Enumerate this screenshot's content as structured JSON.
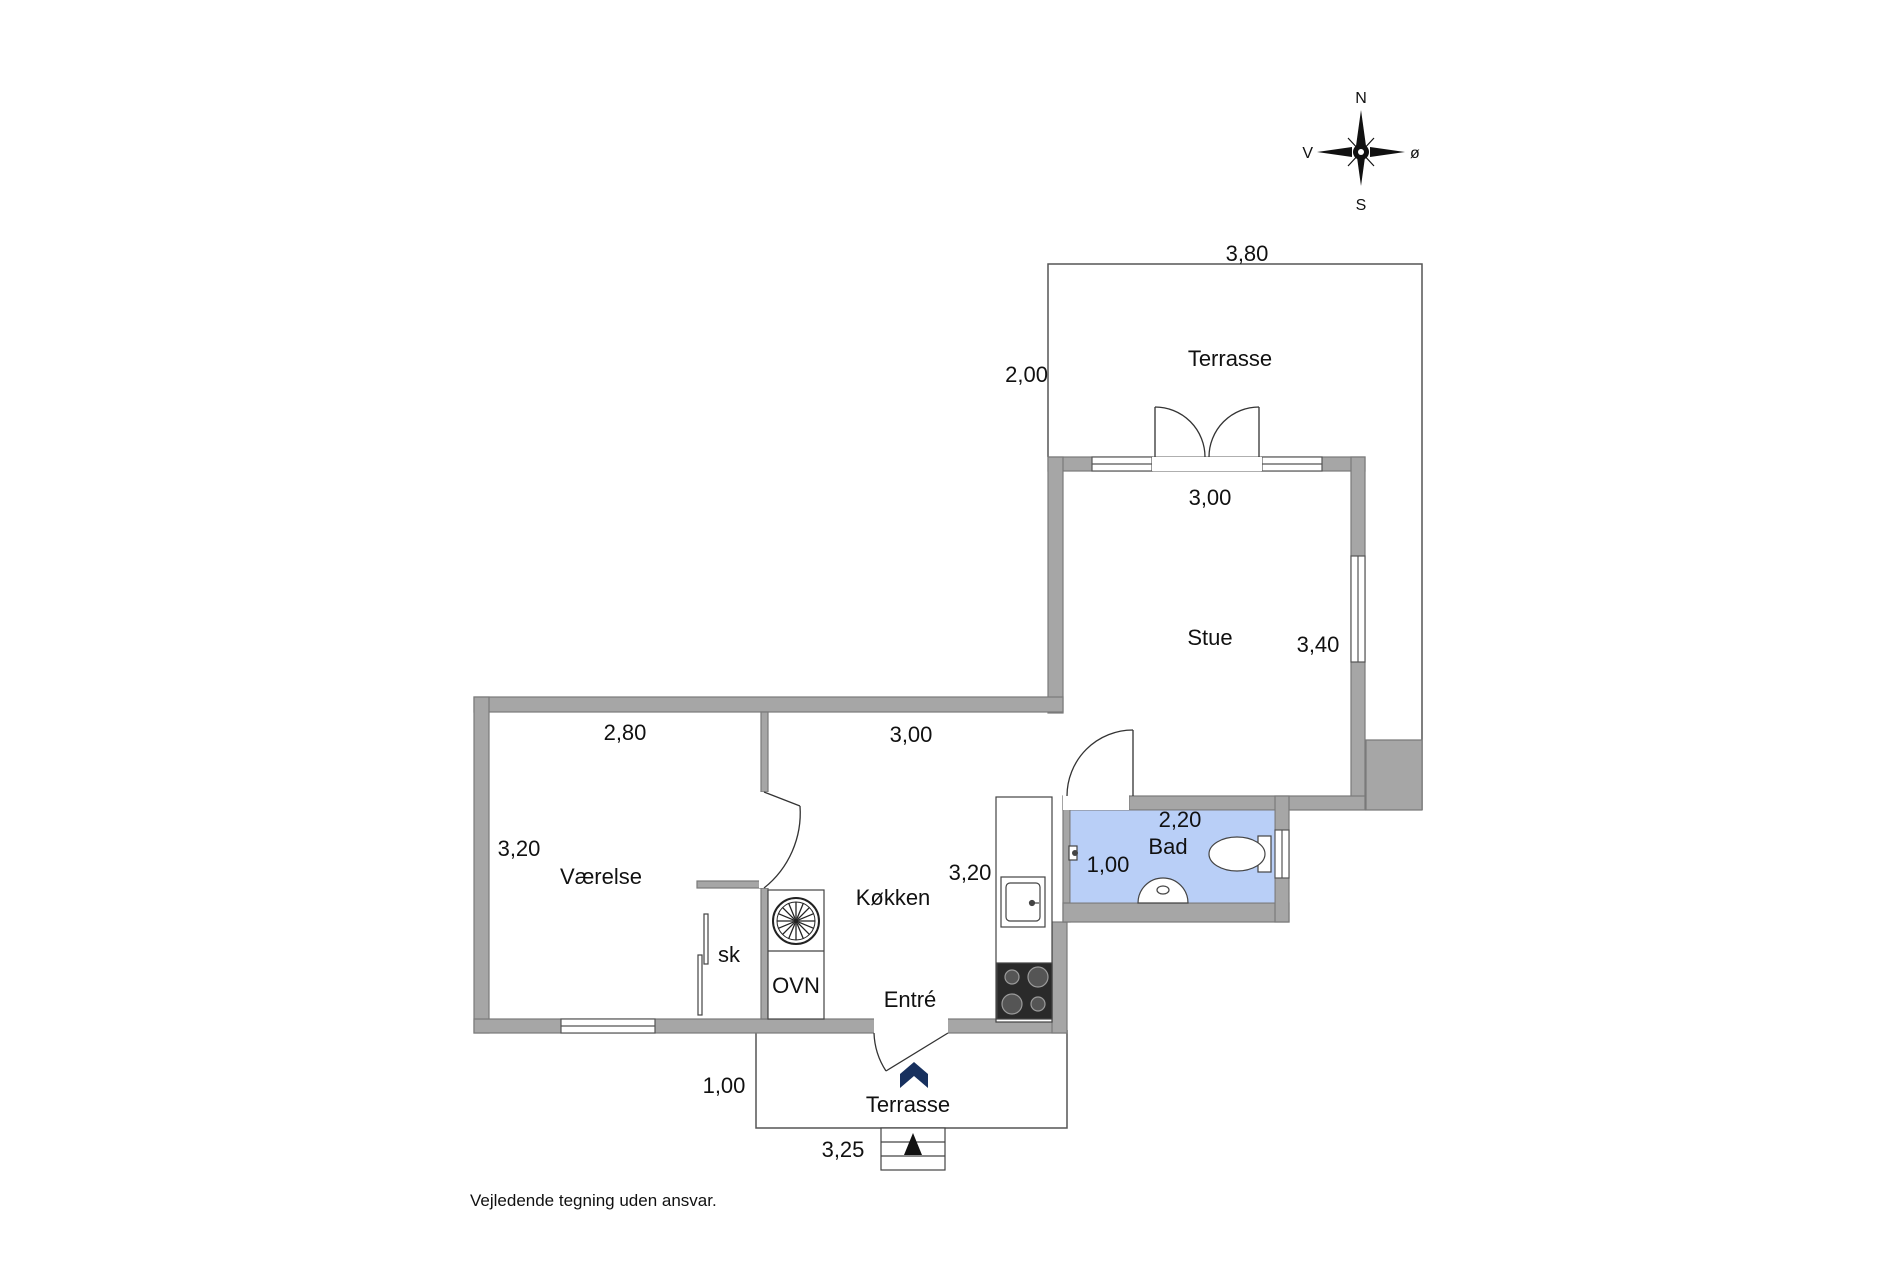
{
  "compass": {
    "north": "N",
    "south": "S",
    "west": "V",
    "east": "ø"
  },
  "rooms": {
    "terrace_top": "Terrasse",
    "living": "Stue",
    "bedroom": "Værelse",
    "kitchen": "Køkken",
    "bath": "Bad",
    "entrance": "Entré",
    "terrace_bottom": "Terrasse",
    "closet": "sk",
    "oven": "OVN"
  },
  "dimensions": {
    "terrace_top_width": "3,80",
    "terrace_top_depth": "2,00",
    "living_width": "3,00",
    "living_depth": "3,40",
    "bedroom_width": "2,80",
    "bedroom_depth": "3,20",
    "kitchen_width": "3,00",
    "kitchen_depth": "3,20",
    "bath_width": "2,20",
    "bath_depth": "1,00",
    "terrace_bottom_depth": "1,00",
    "terrace_bottom_width": "3,25"
  },
  "footer": {
    "disclaimer": "Vejledende tegning uden ansvar."
  },
  "colors": {
    "wall": "#a6a6a6",
    "wall_outline": "#7a7a7a",
    "bath_floor": "#b9cff7",
    "entrance_arrow": "#17305e"
  }
}
